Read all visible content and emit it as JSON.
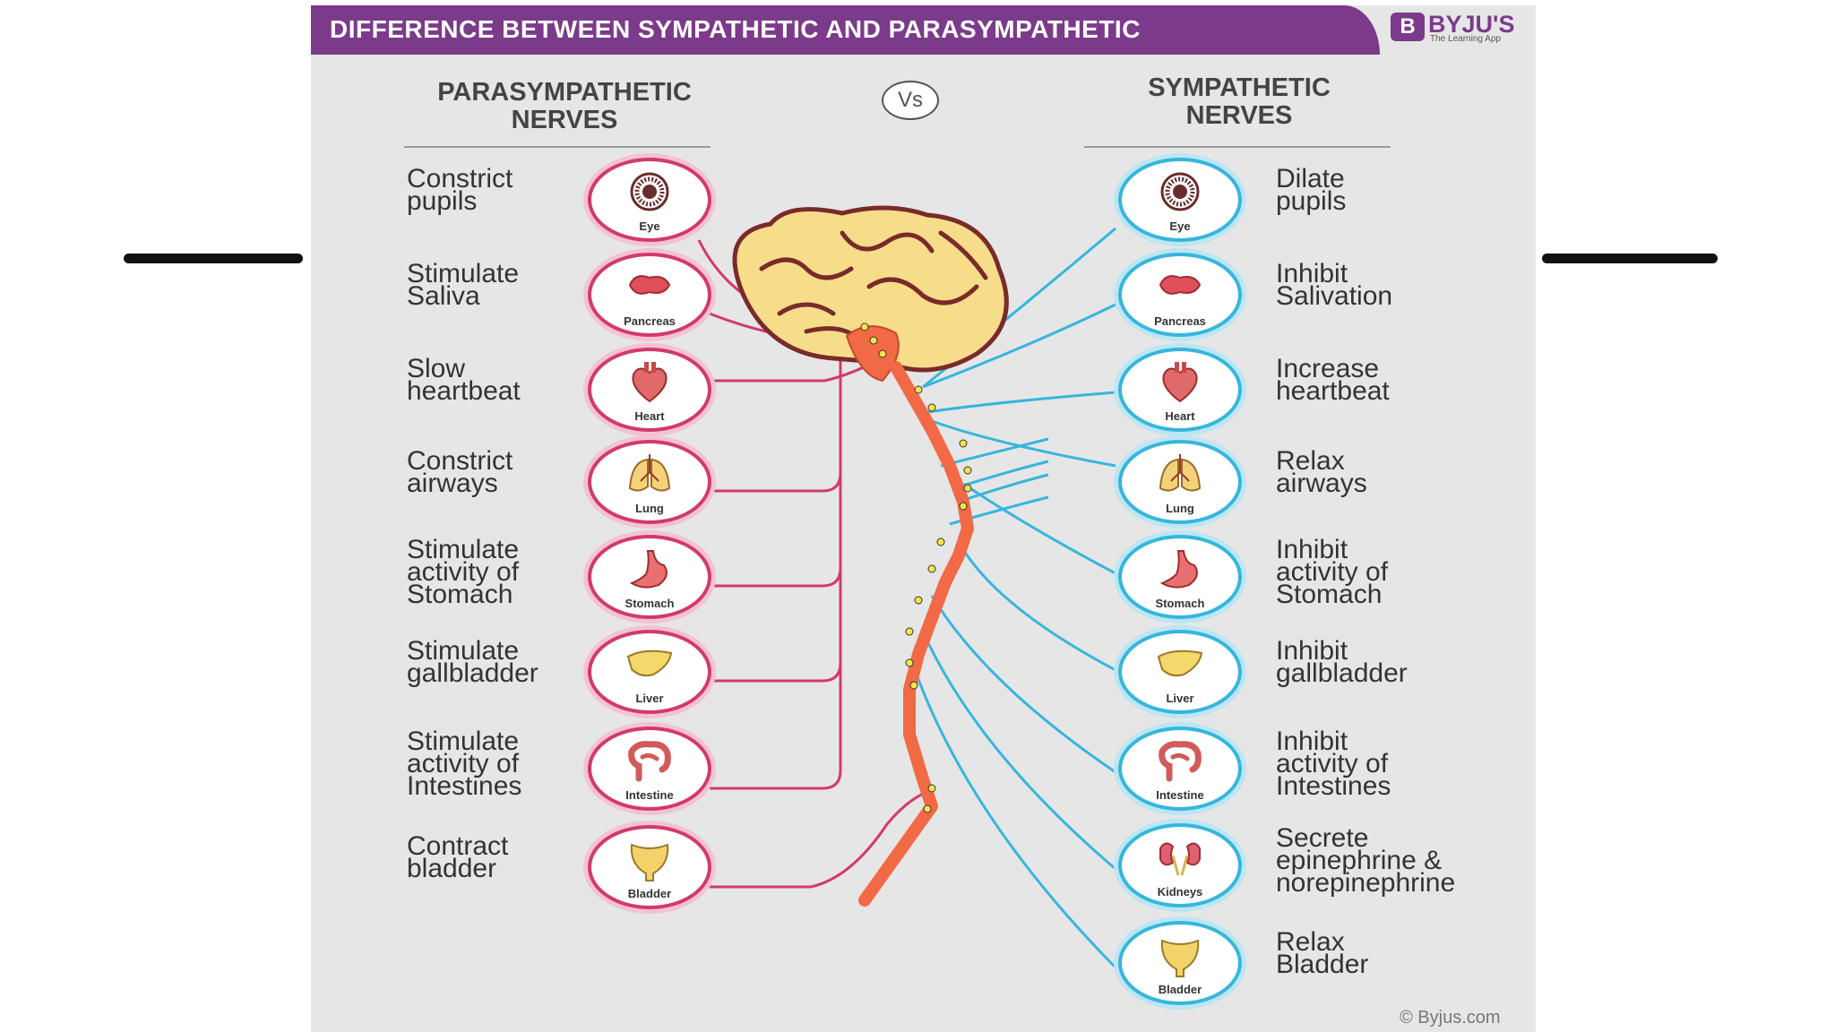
{
  "header": {
    "title": "DIFFERENCE BETWEEN SYMPATHETIC AND PARASYMPATHETIC",
    "logo_mark": "B",
    "logo_name": "BYJU'S",
    "logo_tagline": "The Learning App"
  },
  "columns": {
    "left_heading": "PARASYMPATHETIC\nNERVES",
    "vs": "Vs",
    "right_heading": "SYMPATHETIC\nNERVES"
  },
  "parasympathetic": [
    {
      "organ": "Eye",
      "effect": "Constrict\npupils",
      "icon": "eye-icon"
    },
    {
      "organ": "Pancreas",
      "effect": "Stimulate\nSaliva",
      "icon": "pancreas-icon"
    },
    {
      "organ": "Heart",
      "effect": "Slow\nheartbeat",
      "icon": "heart-icon"
    },
    {
      "organ": "Lung",
      "effect": "Constrict\nairways",
      "icon": "lung-icon"
    },
    {
      "organ": "Stomach",
      "effect": "Stimulate\nactivity of\nStomach",
      "icon": "stomach-icon"
    },
    {
      "organ": "Liver",
      "effect": "Stimulate\ngallbladder",
      "icon": "liver-icon"
    },
    {
      "organ": "Intestine",
      "effect": "Stimulate\nactivity of\nIntestines",
      "icon": "intestine-icon"
    },
    {
      "organ": "Bladder",
      "effect": "Contract\nbladder",
      "icon": "bladder-icon"
    }
  ],
  "sympathetic": [
    {
      "organ": "Eye",
      "effect": "Dilate\npupils",
      "icon": "eye-icon"
    },
    {
      "organ": "Pancreas",
      "effect": "Inhibit\nSalivation",
      "icon": "pancreas-icon"
    },
    {
      "organ": "Heart",
      "effect": "Increase\nheartbeat",
      "icon": "heart-icon"
    },
    {
      "organ": "Lung",
      "effect": "Relax\nairways",
      "icon": "lung-icon"
    },
    {
      "organ": "Stomach",
      "effect": "Inhibit\nactivity of\nStomach",
      "icon": "stomach-icon"
    },
    {
      "organ": "Liver",
      "effect": "Inhibit\ngallbladder",
      "icon": "liver-icon"
    },
    {
      "organ": "Intestine",
      "effect": "Inhibit\nactivity of\nIntestines",
      "icon": "intestine-icon"
    },
    {
      "organ": "Kidneys",
      "effect": "Secrete\nepinephrine &\nnorepinephrine",
      "icon": "kidneys-icon"
    },
    {
      "organ": "Bladder",
      "effect": "Relax\nBladder",
      "icon": "bladder-icon"
    }
  ],
  "footer": {
    "copyright": "© Byjus.com"
  },
  "colors": {
    "brand": "#7b3a8a",
    "parasympathetic_nerve": "#d23a6a",
    "sympathetic_nerve": "#36b6dd",
    "spinal_cord": "#f26a45",
    "brain": "#f7dd8a"
  }
}
